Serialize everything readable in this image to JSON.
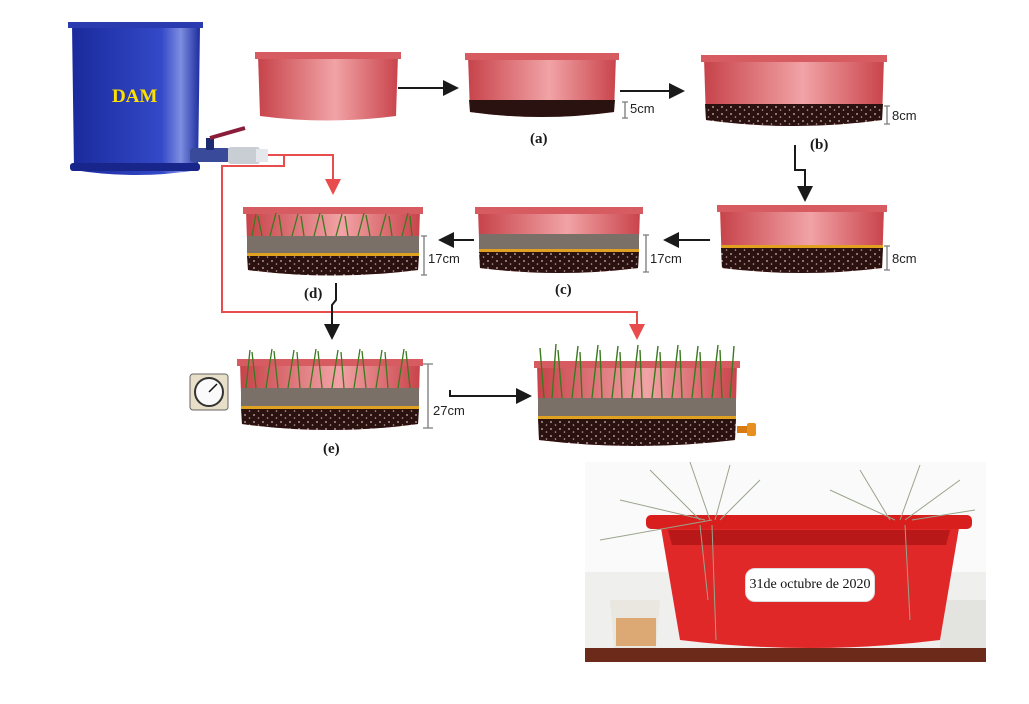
{
  "tank": {
    "label": "DAM"
  },
  "steps": {
    "a": {
      "label": "(a)",
      "depth": "5cm"
    },
    "b": {
      "label": "(b)",
      "depth": "8cm"
    },
    "b2": {
      "depth": "8cm"
    },
    "c": {
      "label": "(c)",
      "depth": "17cm"
    },
    "d": {
      "label": "(d)",
      "depth": "17cm"
    },
    "e": {
      "label": "(e)",
      "depth": "27cm"
    }
  },
  "photo": {
    "date_caption": "31de octubre de 2020"
  },
  "colors": {
    "basin_red": "#d9565c",
    "soil_dark": "#2a1210",
    "gravel_gray": "#7b7068",
    "sand_orange": "#e0a020",
    "grass_green": "#3a7a1f",
    "tank_blue": "#1d2fa8",
    "flow_red": "#e84c4c",
    "arrow_black": "#1a1a1a"
  }
}
